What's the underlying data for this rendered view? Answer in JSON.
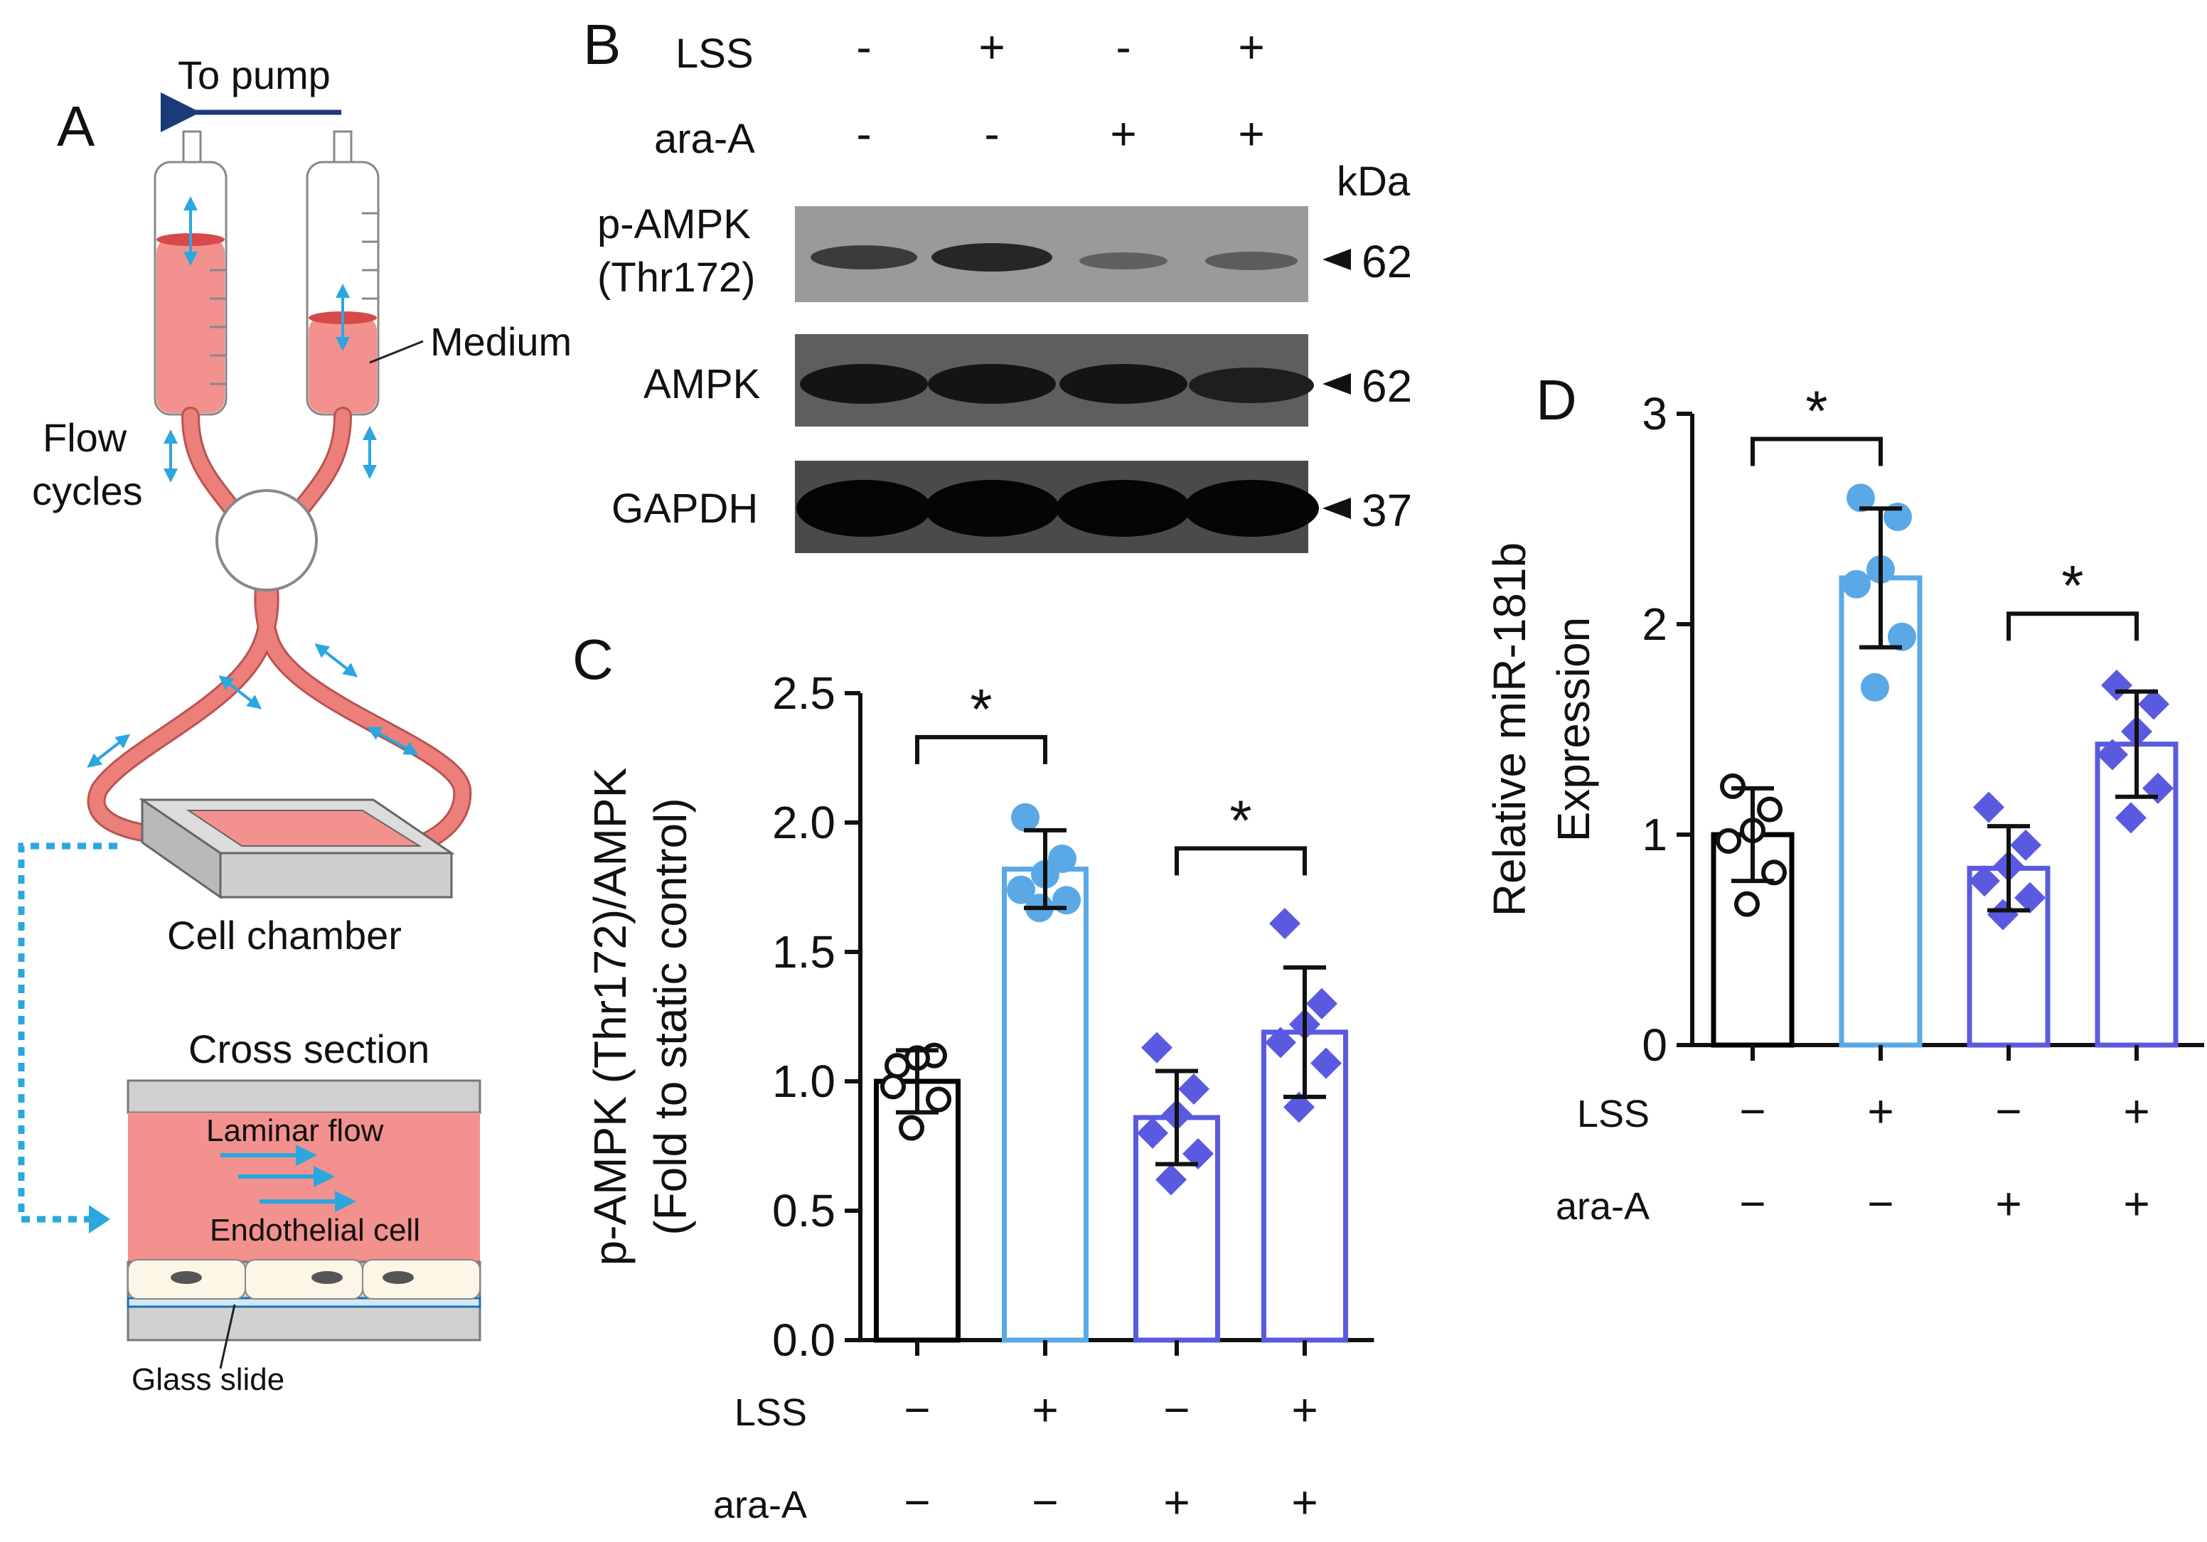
{
  "panels": {
    "a": "A",
    "b": "B",
    "c": "C",
    "d": "D"
  },
  "schematic": {
    "to_pump": "To pump",
    "medium": "Medium",
    "flow_cycles_1": "Flow",
    "flow_cycles_2": "cycles",
    "cell_chamber": "Cell chamber",
    "cross_section": "Cross section",
    "laminar_flow": "Laminar flow",
    "endothelial_cell": "Endothelial cell",
    "glass_slide": "Glass slide",
    "colors": {
      "medium": "#f2918e",
      "tube": "#ec7f7a",
      "arrow": "#2aa7de",
      "navy": "#1a3a78"
    }
  },
  "blot": {
    "conditions": [
      {
        "label": "LSS",
        "signs": [
          "-",
          "+",
          "-",
          "+"
        ]
      },
      {
        "label": "ara-A",
        "signs": [
          "-",
          "-",
          "+",
          "+"
        ]
      }
    ],
    "kda_label": "kDa",
    "bands": [
      {
        "label_1": "p-AMPK",
        "label_2": "(Thr172)",
        "kda": "62"
      },
      {
        "label_1": "AMPK",
        "label_2": "",
        "kda": "62"
      },
      {
        "label_1": "GAPDH",
        "label_2": "",
        "kda": "37"
      }
    ]
  },
  "chart_data": [
    {
      "panel": "C",
      "type": "bar",
      "ylabel_1": "p-AMPK (Thr172)/AMPK",
      "ylabel_2": "(Fold to static control)",
      "ylim": [
        0,
        2.5
      ],
      "yticks": [
        "0.0",
        "0.5",
        "1.0",
        "1.5",
        "2.0",
        "2.5"
      ],
      "bars": [
        {
          "mean": 1.0,
          "sd": 0.12,
          "color": "#000000",
          "marker": "circle-open",
          "points": [
            1.06,
            1.1,
            1.09,
            0.98,
            0.93,
            0.82
          ]
        },
        {
          "mean": 1.82,
          "sd": 0.15,
          "color": "#5aa9e6",
          "marker": "circle",
          "points": [
            2.02,
            1.86,
            1.8,
            1.74,
            1.7,
            1.67
          ]
        },
        {
          "mean": 0.86,
          "sd": 0.18,
          "color": "#5a5ae0",
          "marker": "diamond",
          "points": [
            1.13,
            0.97,
            0.87,
            0.8,
            0.72,
            0.62
          ]
        },
        {
          "mean": 1.19,
          "sd": 0.25,
          "color": "#5a5ae0",
          "marker": "diamond",
          "points": [
            1.61,
            1.3,
            1.22,
            1.15,
            1.07,
            0.9
          ]
        }
      ],
      "significance": [
        {
          "from": 0,
          "to": 1,
          "y": 2.33,
          "label": "*"
        },
        {
          "from": 2,
          "to": 3,
          "y": 1.9,
          "label": "*"
        }
      ],
      "conditions": [
        {
          "label": "LSS",
          "signs": [
            "−",
            "+",
            "−",
            "+"
          ]
        },
        {
          "label": "ara-A",
          "signs": [
            "−",
            "−",
            "+",
            "+"
          ]
        }
      ]
    },
    {
      "panel": "D",
      "type": "bar",
      "ylabel_1": "Relative miR-181b",
      "ylabel_2": "Expression",
      "ylim": [
        0,
        3
      ],
      "yticks": [
        "0",
        "1",
        "2",
        "3"
      ],
      "bars": [
        {
          "mean": 1.0,
          "sd": 0.22,
          "color": "#000000",
          "marker": "circle-open",
          "points": [
            1.23,
            1.12,
            1.02,
            0.97,
            0.82,
            0.67
          ]
        },
        {
          "mean": 2.22,
          "sd": 0.33,
          "color": "#5aa9e6",
          "marker": "circle",
          "points": [
            2.6,
            2.51,
            2.26,
            2.19,
            1.94,
            1.7
          ]
        },
        {
          "mean": 0.84,
          "sd": 0.2,
          "color": "#5a5ae0",
          "marker": "diamond",
          "points": [
            1.13,
            0.95,
            0.85,
            0.78,
            0.7,
            0.62
          ]
        },
        {
          "mean": 1.43,
          "sd": 0.25,
          "color": "#5a5ae0",
          "marker": "diamond",
          "points": [
            1.71,
            1.62,
            1.49,
            1.38,
            1.22,
            1.08
          ]
        }
      ],
      "significance": [
        {
          "from": 0,
          "to": 1,
          "y": 2.88,
          "label": "*"
        },
        {
          "from": 2,
          "to": 3,
          "y": 2.05,
          "label": "*"
        }
      ],
      "conditions": [
        {
          "label": "LSS",
          "signs": [
            "−",
            "+",
            "−",
            "+"
          ]
        },
        {
          "label": "ara-A",
          "signs": [
            "−",
            "−",
            "+",
            "+"
          ]
        }
      ]
    }
  ]
}
